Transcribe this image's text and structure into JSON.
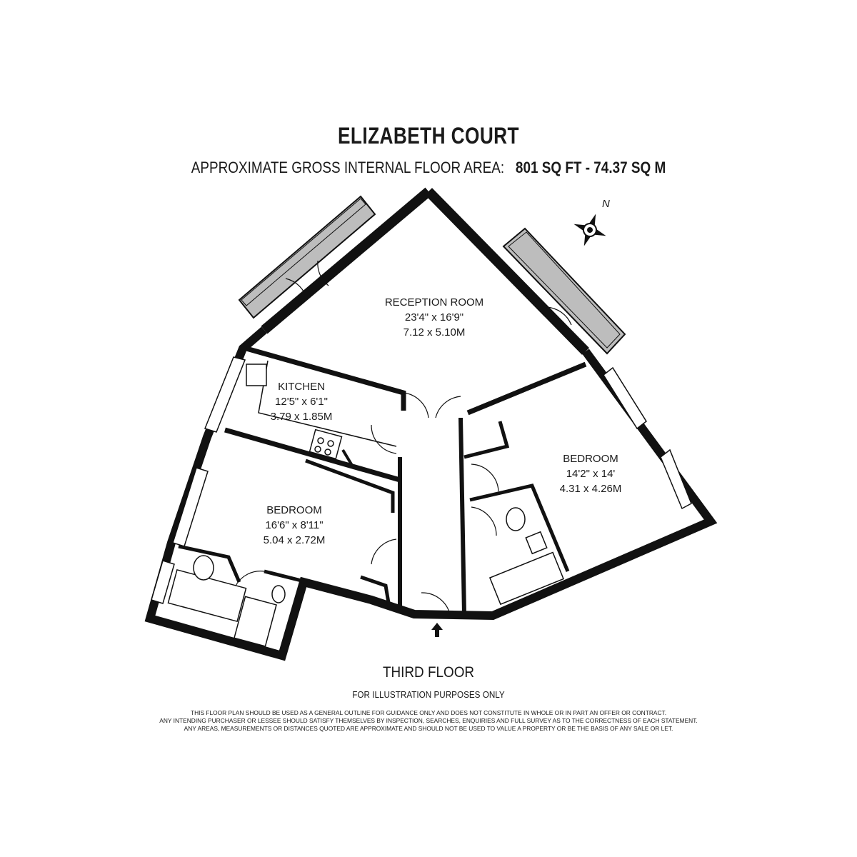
{
  "header": {
    "title": "ELIZABETH COURT",
    "area_prefix": "APPROXIMATE GROSS INTERNAL FLOOR AREA:",
    "area_value": "801 SQ FT  -  74.37 SQ M"
  },
  "compass": {
    "label": "N"
  },
  "rooms": [
    {
      "name": "RECEPTION ROOM",
      "imperial": "23'4\" x 16'9\"",
      "metric": "7.12 x 5.10M"
    },
    {
      "name": "KITCHEN",
      "imperial": "12'5\" x 6'1\"",
      "metric": "3.79 x 1.85M"
    },
    {
      "name": "BEDROOM",
      "imperial": "14'2\" x 14'",
      "metric": "4.31 x 4.26M"
    },
    {
      "name": "BEDROOM",
      "imperial": "16'6\" x 8'11\"",
      "metric": "5.04 x 2.72M"
    }
  ],
  "footer": {
    "floor": "THIRD FLOOR",
    "illustration": "FOR ILLUSTRATION PURPOSES ONLY",
    "disclaimer": [
      "THIS FLOOR PLAN SHOULD BE USED AS A GENERAL OUTLINE FOR GUIDANCE ONLY AND DOES NOT CONSTITUTE IN WHOLE OR IN PART AN OFFER OR CONTRACT.",
      "ANY INTENDING PURCHASER OR LESSEE SHOULD SATISFY THEMSELVES BY INSPECTION, SEARCHES, ENQUIRIES AND FULL SURVEY AS TO THE CORRECTNESS OF EACH STATEMENT.",
      "ANY AREAS, MEASUREMENTS OR DISTANCES QUOTED ARE APPROXIMATE AND SHOULD NOT BE USED TO VALUE A PROPERTY OR BE THE BASIS OF ANY SALE OR LET."
    ]
  },
  "colors": {
    "wall": "#111111",
    "balcony": "#bdbdbd",
    "background": "#ffffff"
  }
}
